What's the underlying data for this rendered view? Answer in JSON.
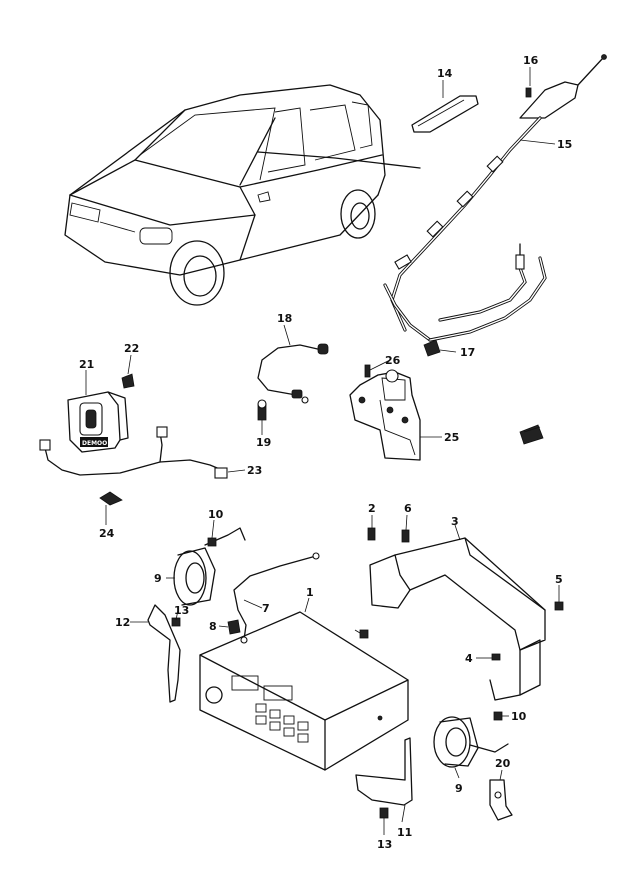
{
  "diagram": {
    "badge_text": "DEMOO",
    "callouts": [
      "1",
      "2",
      "3",
      "4",
      "5",
      "6",
      "7",
      "8",
      "9",
      "10",
      "11",
      "12",
      "13",
      "14",
      "15",
      "16",
      "17",
      "18",
      "19",
      "20",
      "21",
      "22",
      "23",
      "24",
      "25",
      "26",
      "9",
      "10",
      "13"
    ]
  }
}
